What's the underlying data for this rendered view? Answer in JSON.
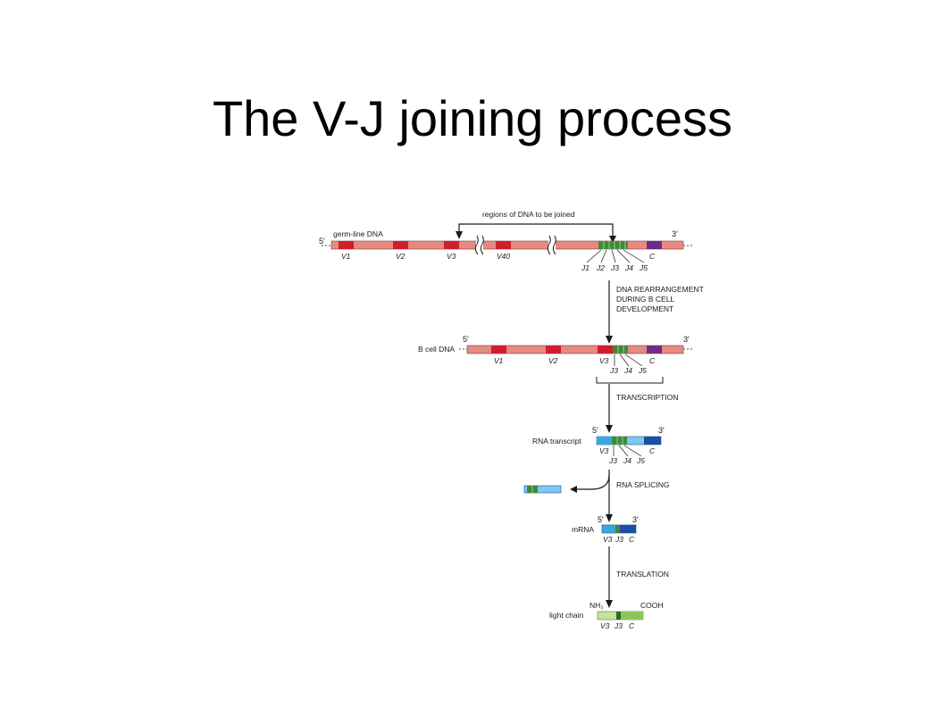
{
  "title": "The V-J joining process",
  "colors": {
    "dna": "#e58a80",
    "v_segment": "#d01e2c",
    "j_segment": "#3f8a3a",
    "c_segment": "#6b2d8c",
    "rna_light": "#7dc9ef",
    "rna_mid": "#3aa8df",
    "rna_dark": "#1d4fa0",
    "protein_light": "#c7e3a0",
    "protein_mid": "#8cc65a",
    "arrow": "#1a1a1a"
  },
  "diagram": {
    "bracket_label": "regions of DNA to be joined",
    "germline": {
      "label": "germ-line DNA",
      "five_prime": "5′",
      "three_prime": "3′",
      "v_segments": [
        "V1",
        "V2",
        "V3",
        "V40"
      ],
      "j_segments": [
        "J1",
        "J2",
        "J3",
        "J4",
        "J5"
      ],
      "c_segment": "C"
    },
    "step1": [
      "DNA REARRANGEMENT",
      "DURING B CELL",
      "DEVELOPMENT"
    ],
    "bcell": {
      "label": "B cell DNA",
      "five_prime": "5′",
      "three_prime": "3′",
      "v_segments": [
        "V1",
        "V2",
        "V3"
      ],
      "j_segments": [
        "J3",
        "J4",
        "J5"
      ],
      "c_segment": "C"
    },
    "step2": "TRANSCRIPTION",
    "rna": {
      "label": "RNA transcript",
      "five_prime": "5′",
      "three_prime": "3′",
      "v_segment": "V3",
      "j_segments": [
        "J3",
        "J4",
        "J5"
      ],
      "c_segment": "C"
    },
    "step3": "RNA SPLICING",
    "mrna": {
      "label": "mRNA",
      "five_prime": "5′",
      "three_prime": "3′",
      "segments": [
        "V3",
        "J3",
        "C"
      ]
    },
    "step4": "TRANSLATION",
    "light_chain": {
      "label": "light chain",
      "n_terminus": "NH₂",
      "c_terminus": "COOH",
      "segments": [
        "V3",
        "J3",
        "C"
      ]
    }
  }
}
